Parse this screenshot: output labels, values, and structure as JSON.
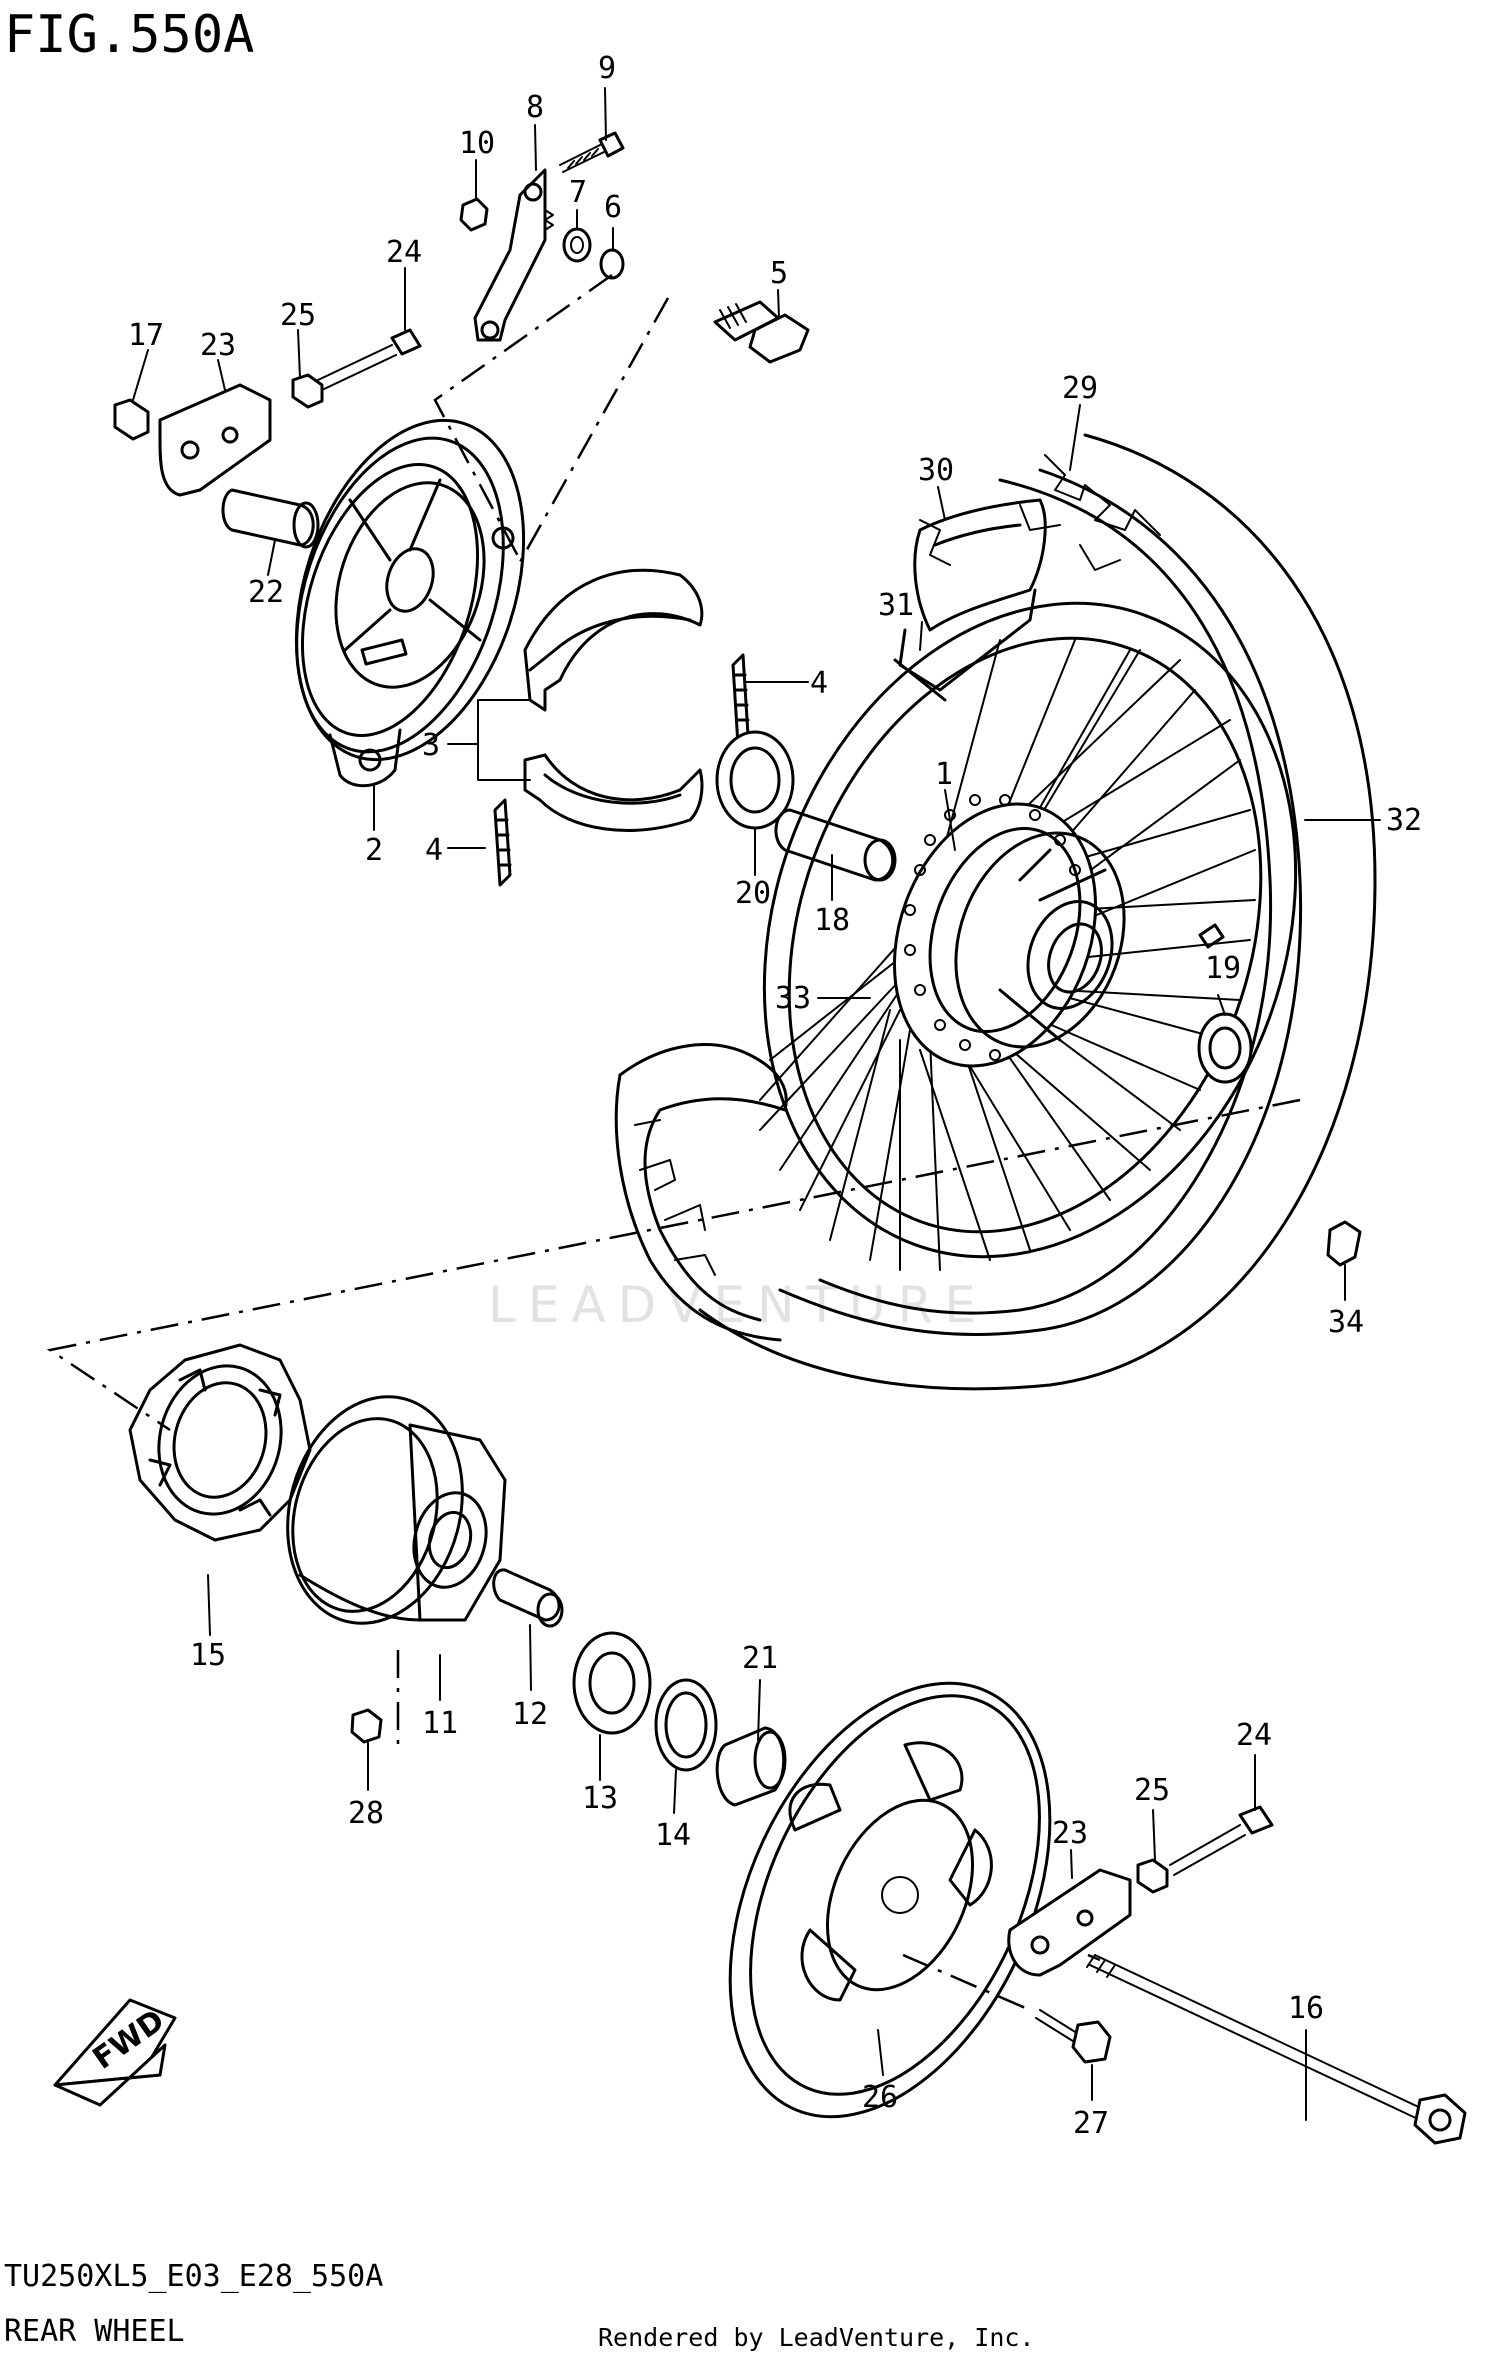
{
  "figure": {
    "title": "FIG.550A"
  },
  "footer": {
    "model_code": "TU250XL5_E03_E28_550A",
    "section_name": "REAR WHEEL",
    "credit": "Rendered by LeadVenture, Inc."
  },
  "watermark": "LEADVENTURE",
  "direction_badge": "FWD",
  "callouts": [
    {
      "id": "c9",
      "text": "9"
    },
    {
      "id": "c8",
      "text": "8"
    },
    {
      "id": "c10",
      "text": "10"
    },
    {
      "id": "c7",
      "text": "7"
    },
    {
      "id": "c6",
      "text": "6"
    },
    {
      "id": "c5",
      "text": "5"
    },
    {
      "id": "c24a",
      "text": "24"
    },
    {
      "id": "c17",
      "text": "17"
    },
    {
      "id": "c23a",
      "text": "23"
    },
    {
      "id": "c25a",
      "text": "25"
    },
    {
      "id": "c22",
      "text": "22"
    },
    {
      "id": "c29",
      "text": "29"
    },
    {
      "id": "c30",
      "text": "30"
    },
    {
      "id": "c31",
      "text": "31"
    },
    {
      "id": "c4a",
      "text": "4"
    },
    {
      "id": "c3",
      "text": "3"
    },
    {
      "id": "c2",
      "text": "2"
    },
    {
      "id": "c4b",
      "text": "4"
    },
    {
      "id": "c1",
      "text": "1"
    },
    {
      "id": "c20",
      "text": "20"
    },
    {
      "id": "c18",
      "text": "18"
    },
    {
      "id": "c32",
      "text": "32"
    },
    {
      "id": "c19",
      "text": "19"
    },
    {
      "id": "c33",
      "text": "33"
    },
    {
      "id": "c34",
      "text": "34"
    },
    {
      "id": "c15",
      "text": "15"
    },
    {
      "id": "c21",
      "text": "21"
    },
    {
      "id": "c11",
      "text": "11"
    },
    {
      "id": "c12",
      "text": "12"
    },
    {
      "id": "c13",
      "text": "13"
    },
    {
      "id": "c14",
      "text": "14"
    },
    {
      "id": "c28",
      "text": "28"
    },
    {
      "id": "c24b",
      "text": "24"
    },
    {
      "id": "c25b",
      "text": "25"
    },
    {
      "id": "c23b",
      "text": "23"
    },
    {
      "id": "c16",
      "text": "16"
    },
    {
      "id": "c26",
      "text": "26"
    },
    {
      "id": "c27",
      "text": "27"
    }
  ]
}
